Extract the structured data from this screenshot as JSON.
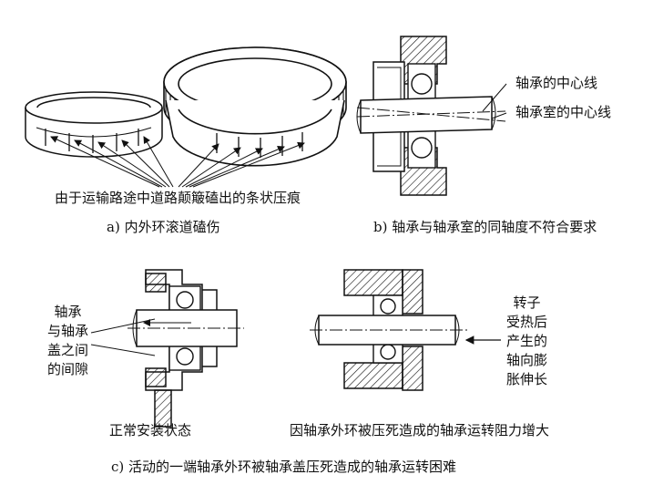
{
  "panel_a": {
    "annotation": "由于运输路途中道路颠簸磕出的条状压痕",
    "caption": "a) 内外环滚道磕伤"
  },
  "panel_b": {
    "label_bearing_center": "轴承的中心线",
    "label_housing_center": "轴承室的中心线",
    "caption": "b) 轴承与轴承室的同轴度不符合要求"
  },
  "panel_c": {
    "gap_label_lines": [
      "轴承",
      "与轴承",
      "盖之间",
      "的间隙"
    ],
    "rotor_label_lines": [
      "转子",
      "受热后",
      "产生的",
      "轴向膨",
      "胀伸长"
    ],
    "left_caption": "正常安装状态",
    "right_caption": "因轴承外环被压死造成的轴承运转阻力增大",
    "caption": "c) 活动的一端轴承外环被轴承盖压死造成的轴承运转困难"
  }
}
